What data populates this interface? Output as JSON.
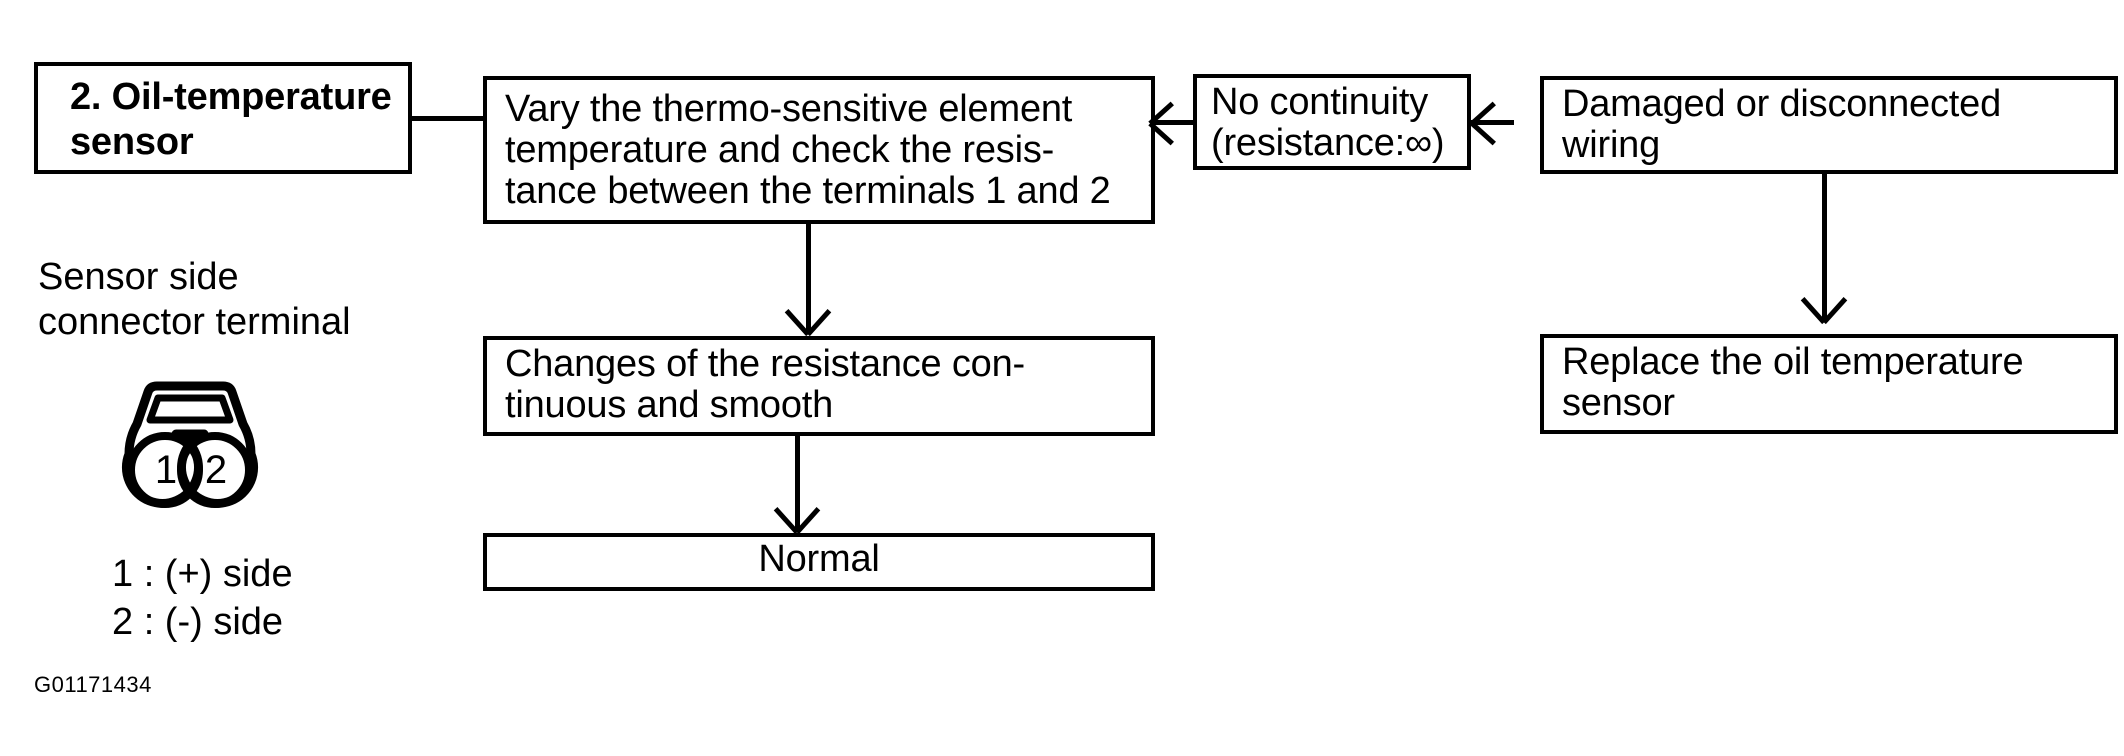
{
  "diagram": {
    "title_box": {
      "label": "2. Oil-temperature\nsensor"
    },
    "check_box": {
      "label": "Vary the thermo-sensitive element\ntemperature and check the resis-\ntance between the terminals 1 and 2"
    },
    "no_continuity_box": {
      "label": "No continuity\n(resistance:∞)"
    },
    "damaged_wiring_box": {
      "label": "Damaged or disconnected\nwiring"
    },
    "replace_sensor_box": {
      "label": "Replace the oil temperature\nsensor"
    },
    "resistance_change_box": {
      "label": "Changes of the resistance con-\ntinuous and smooth"
    },
    "normal_box": {
      "label": "Normal"
    },
    "sensor_connector": {
      "caption": "Sensor side\nconnector terminal",
      "terminal_1": "1",
      "terminal_2": "2",
      "legend_line_1": "1 : (+) side",
      "legend_line_2": "2 : (-) side"
    },
    "figure_code": "G01171434",
    "colors": {
      "line": "#000000",
      "background": "#ffffff"
    }
  }
}
